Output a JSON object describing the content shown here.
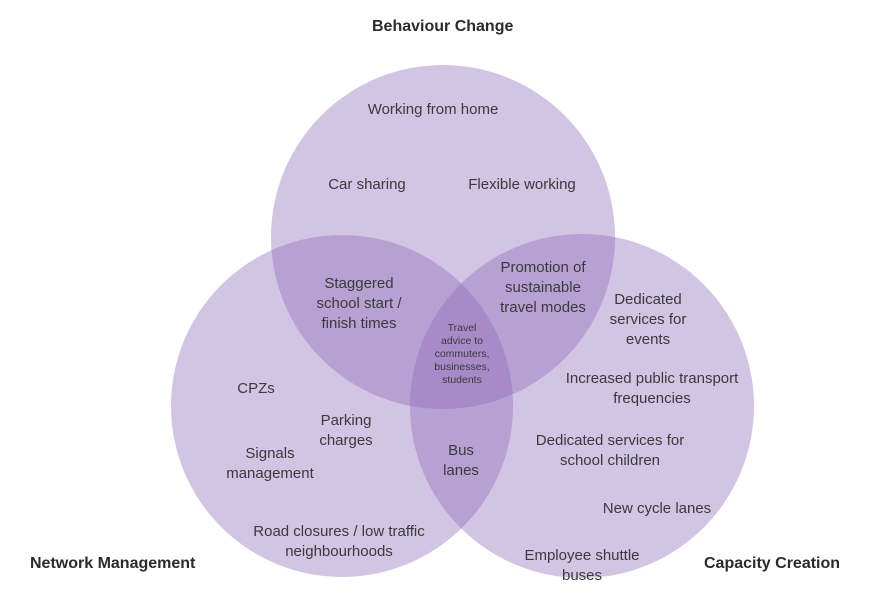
{
  "colors": {
    "circle_fill": "#8e6bb8",
    "text": "#3a3a3a"
  },
  "sets": {
    "behaviour": "Behaviour Change",
    "network": "Network Management",
    "capacity": "Capacity Creation"
  },
  "items": {
    "working_from_home": "Working from home",
    "car_sharing": "Car sharing",
    "flexible_working": "Flexible working",
    "staggered": "Staggered\nschool start /\nfinish times",
    "promotion": "Promotion of\nsustainable\ntravel modes",
    "travel_advice": "Travel\nadvice to\ncommuters,\nbusinesses,\nstudents",
    "dedicated_events": "Dedicated\nservices for\nevents",
    "increased_pt": "Increased public transport\nfrequencies",
    "cpzs": "CPZs",
    "parking": "Parking\ncharges",
    "signals": "Signals\nmanagement",
    "bus_lanes": "Bus\nlanes",
    "dedicated_school": "Dedicated services for\nschool children",
    "new_cycle": "New cycle lanes",
    "road_closures": "Road closures / low traffic\nneighbourhoods",
    "shuttle": "Employee shuttle\nbuses"
  }
}
